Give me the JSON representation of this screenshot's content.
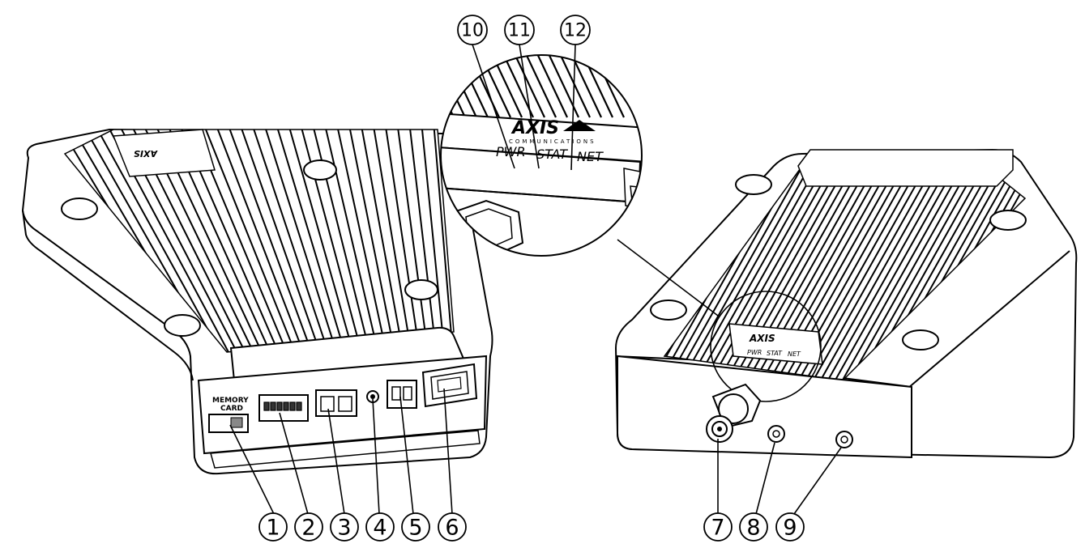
{
  "device": {
    "brand": "AXIS",
    "brand_sub": "COMMUNICATIONS",
    "led_labels": [
      "PWR",
      "STAT",
      "NET"
    ],
    "memory_card_label_line1": "MEMORY",
    "memory_card_label_line2": "CARD"
  },
  "callouts": [
    {
      "id": "1",
      "label": "1"
    },
    {
      "id": "2",
      "label": "2"
    },
    {
      "id": "3",
      "label": "3"
    },
    {
      "id": "4",
      "label": "4"
    },
    {
      "id": "5",
      "label": "5"
    },
    {
      "id": "6",
      "label": "6"
    },
    {
      "id": "7",
      "label": "7"
    },
    {
      "id": "8",
      "label": "8"
    },
    {
      "id": "9",
      "label": "9"
    },
    {
      "id": "10",
      "label": "10"
    },
    {
      "id": "11",
      "label": "11"
    },
    {
      "id": "12",
      "label": "12"
    }
  ]
}
